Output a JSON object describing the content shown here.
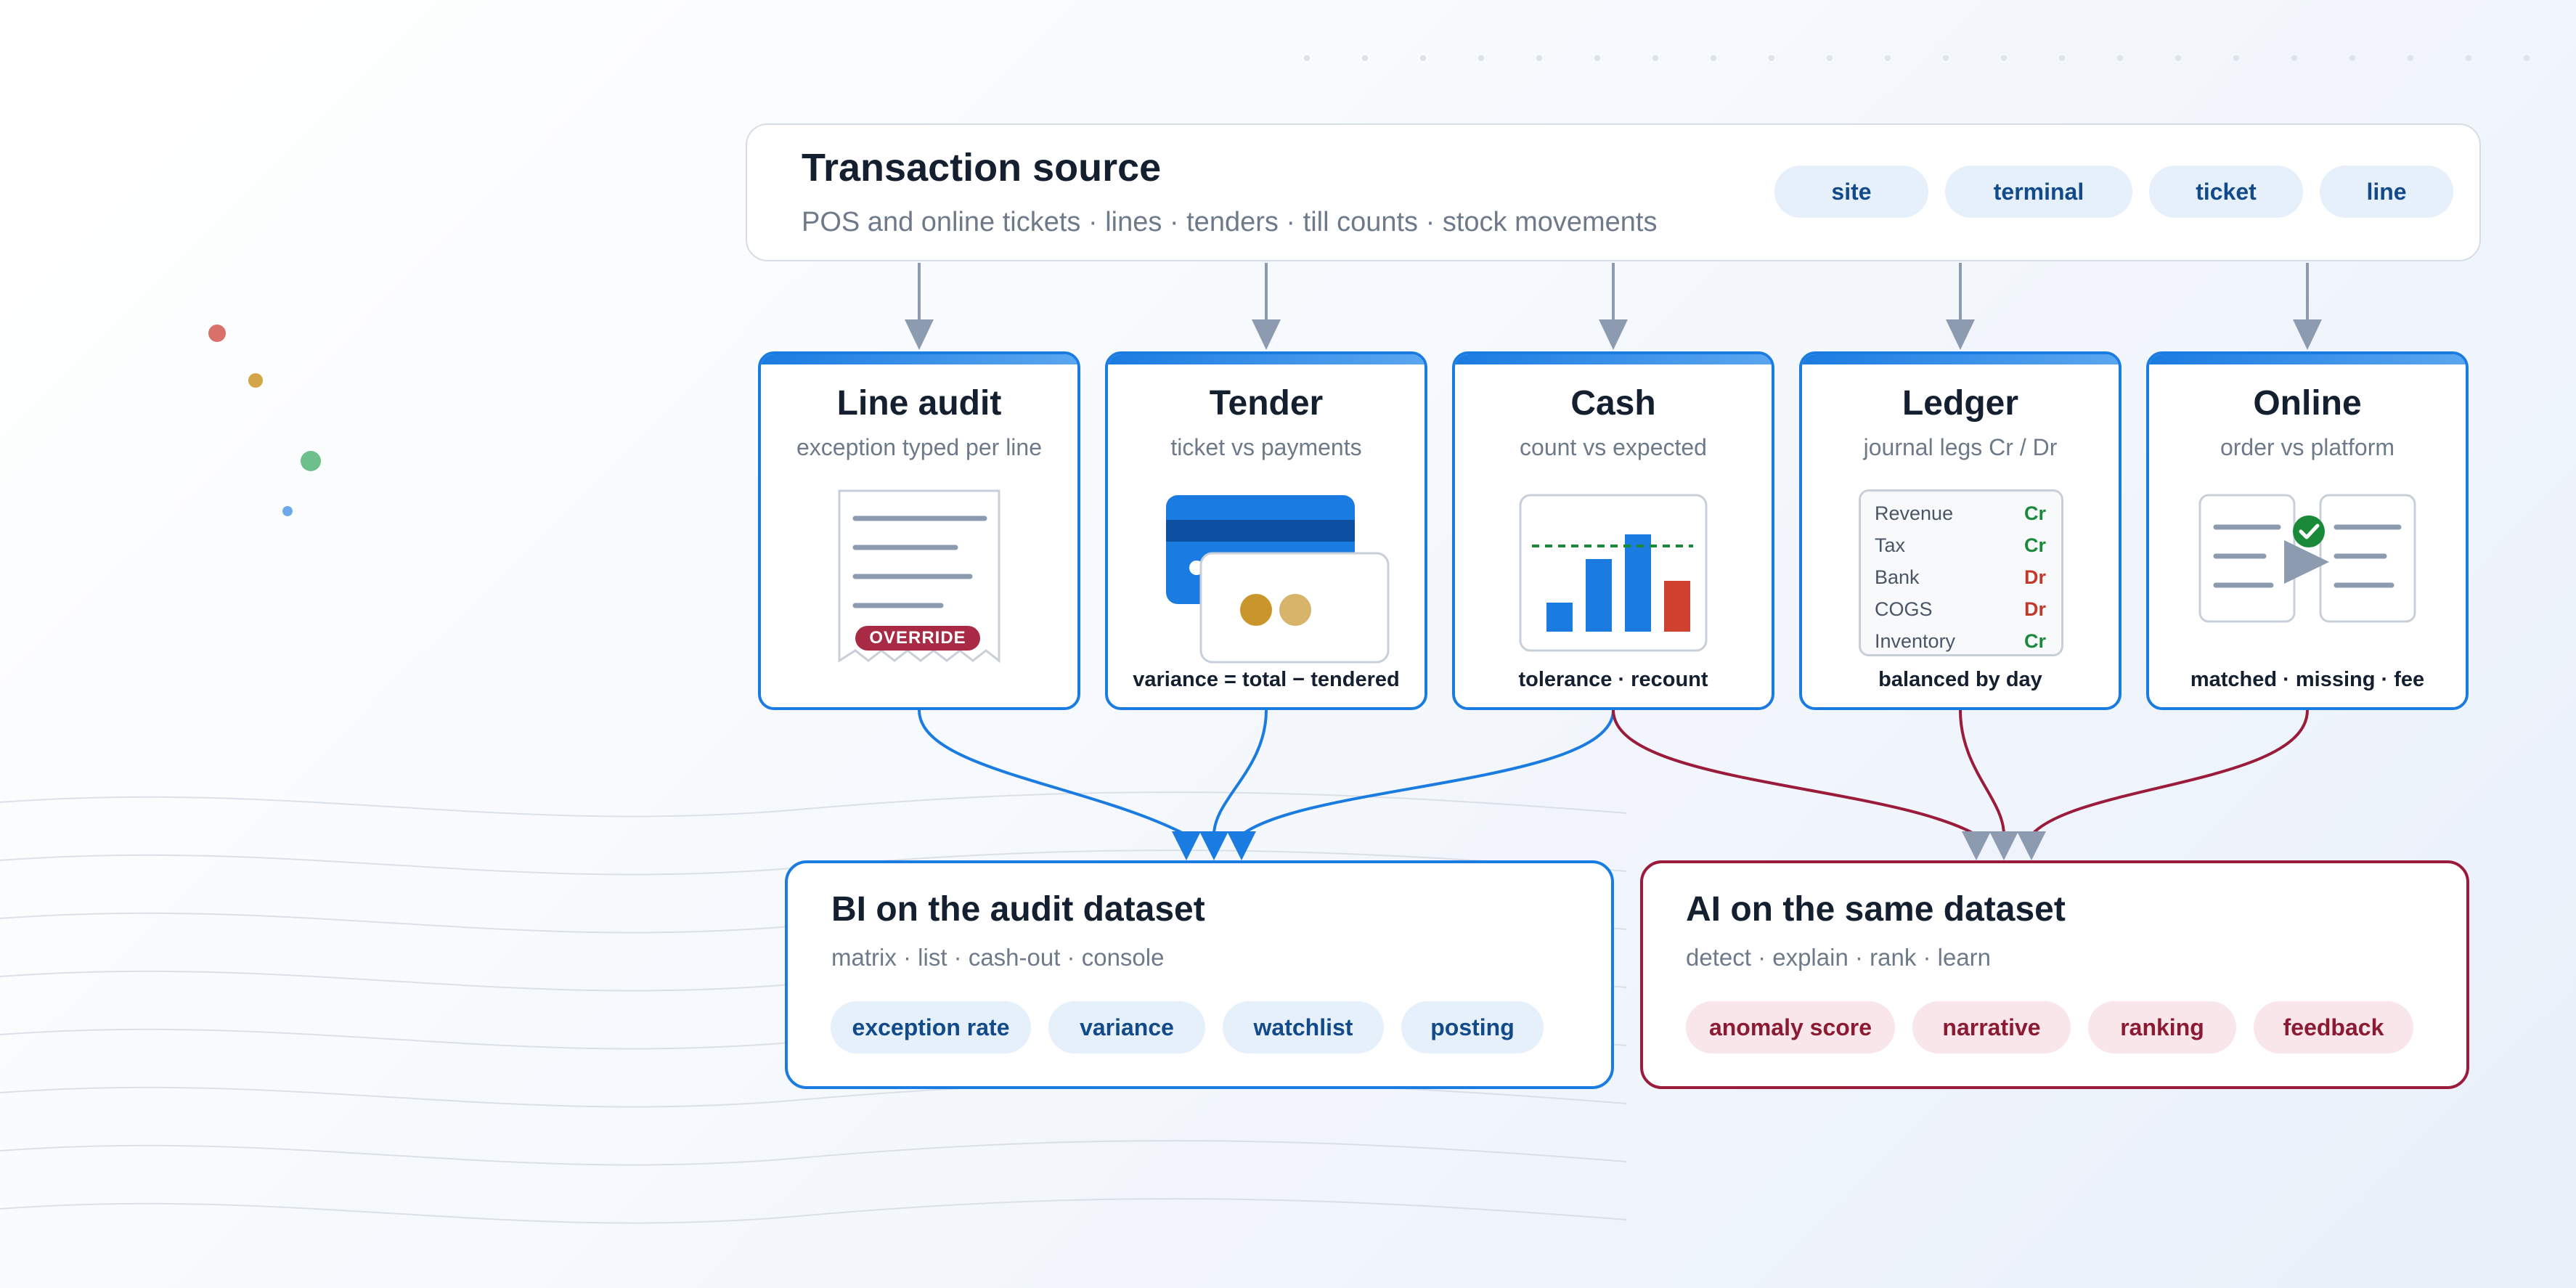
{
  "source": {
    "title": "Transaction source",
    "subtitle": "POS and online tickets · lines · tenders · till counts · stock movements",
    "tags": [
      "site",
      "terminal",
      "ticket",
      "line"
    ]
  },
  "audits": [
    {
      "title": "Line audit",
      "subtitle": "exception typed per line",
      "footer": "",
      "badge": "OVERRIDE"
    },
    {
      "title": "Tender",
      "subtitle": "ticket vs payments",
      "footer": "variance = total − tendered"
    },
    {
      "title": "Cash",
      "subtitle": "count vs expected",
      "footer": "tolerance · recount"
    },
    {
      "title": "Ledger",
      "subtitle": "journal legs Cr / Dr",
      "footer": "balanced by day",
      "legs": [
        {
          "account": "Revenue",
          "side": "Cr"
        },
        {
          "account": "Tax",
          "side": "Cr"
        },
        {
          "account": "Bank",
          "side": "Dr"
        },
        {
          "account": "COGS",
          "side": "Dr"
        },
        {
          "account": "Inventory",
          "side": "Cr"
        }
      ]
    },
    {
      "title": "Online",
      "subtitle": "order vs platform",
      "footer": "matched · missing · fee"
    }
  ],
  "targets": [
    {
      "title": "BI on the audit dataset",
      "subtitle": "matrix · list · cash-out · console",
      "tags": [
        "exception rate",
        "variance",
        "watchlist",
        "posting"
      ]
    },
    {
      "title": "AI on the same dataset",
      "subtitle": "detect · explain · rank · learn",
      "tags": [
        "anomaly score",
        "narrative",
        "ranking",
        "feedback"
      ]
    }
  ],
  "colors": {
    "primary": "#1a7be0",
    "ai": "#9a1b3a",
    "arrow": "#8d9bb0",
    "credit": "#1a8a3a",
    "debit": "#c0392b"
  },
  "icons": [
    "receipt-icon",
    "credit-card-icon",
    "bar-chart-icon",
    "ledger-icon",
    "compare-documents-icon"
  ]
}
